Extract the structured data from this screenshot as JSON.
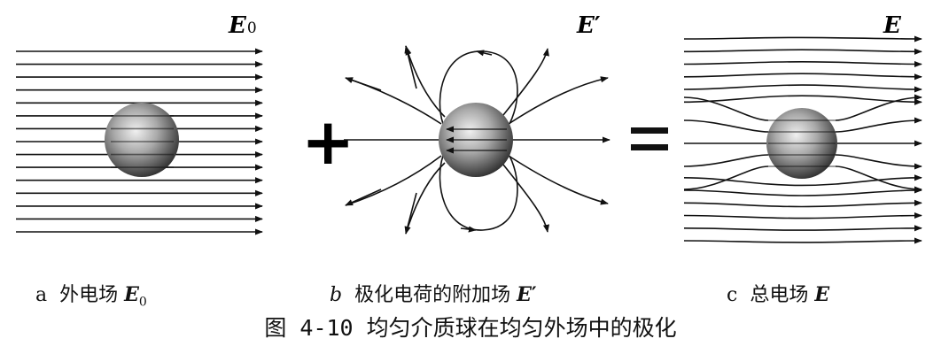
{
  "figure_title": "图 4-10 均匀介质球在均匀外场中的极化",
  "panels": {
    "a": {
      "letter": "a",
      "caption": "外电场",
      "symbol": "E",
      "subscript": "0"
    },
    "b": {
      "letter": "b",
      "caption": "极化电荷的附加场",
      "symbol": "E",
      "prime": "′"
    },
    "c": {
      "letter": "c",
      "caption": "总电场",
      "symbol": "E"
    }
  },
  "operators": {
    "plus": "+",
    "equals": "="
  },
  "colors": {
    "line": "#111111",
    "sphere_light": "#e8e8e8",
    "sphere_dark": "#2e2e2e"
  }
}
